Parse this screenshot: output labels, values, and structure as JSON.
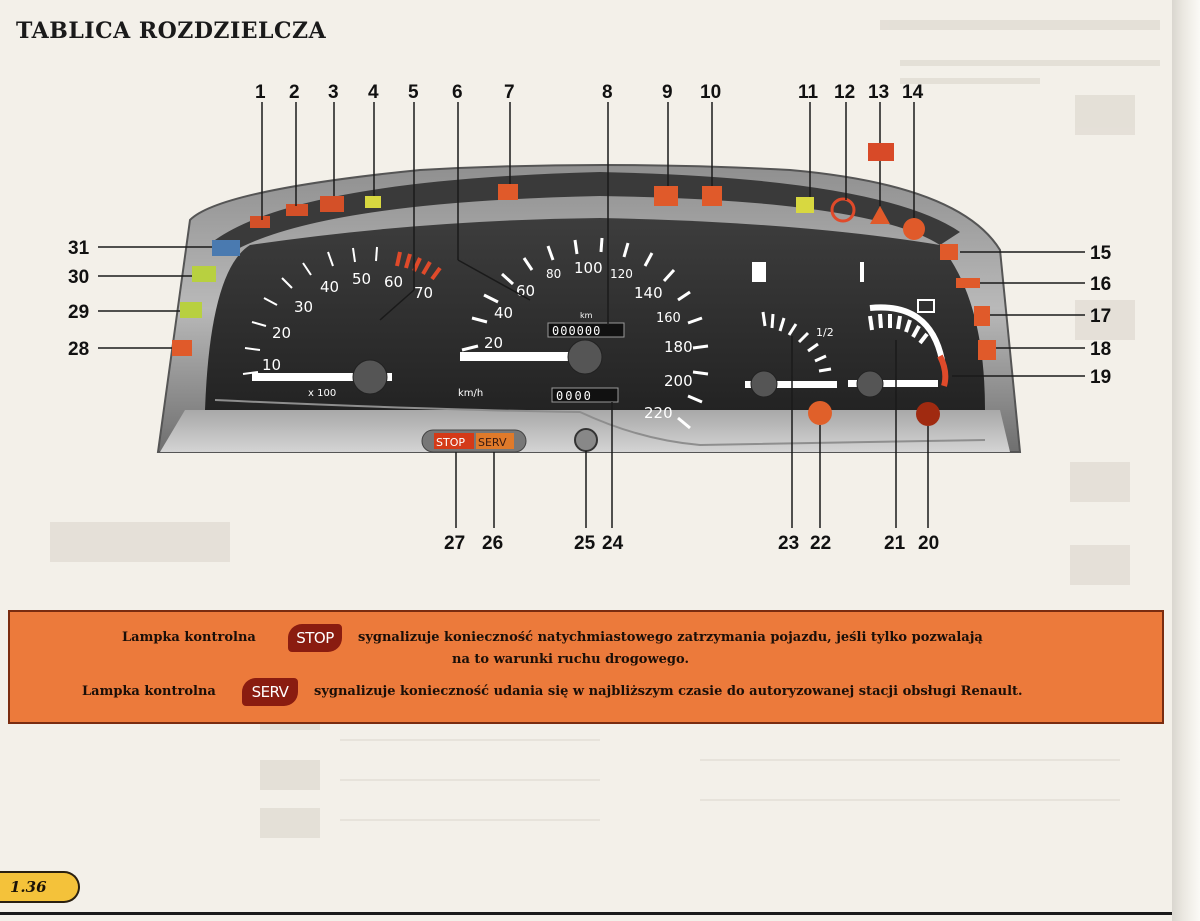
{
  "page": {
    "title": "TABLICA ROZDZIELCZA",
    "page_number": "1.36"
  },
  "callouts": [
    "1",
    "2",
    "3",
    "4",
    "5",
    "6",
    "7",
    "8",
    "9",
    "10",
    "11",
    "12",
    "13",
    "14",
    "15",
    "16",
    "17",
    "18",
    "19",
    "20",
    "21",
    "22",
    "23",
    "24",
    "25",
    "26",
    "27",
    "28",
    "29",
    "30",
    "31"
  ],
  "cluster": {
    "rpm_ticks": [
      "10",
      "20",
      "30",
      "40",
      "50",
      "60",
      "70"
    ],
    "rpm_unit": "x 100",
    "speed_ticks": [
      "20",
      "40",
      "60",
      "80",
      "100",
      "120",
      "140",
      "160",
      "180",
      "200",
      "220"
    ],
    "speed_unit": "km/h",
    "odometer_unit": "km",
    "odometer": "000000",
    "trip": "0000",
    "fuel_half": "1/2",
    "stop_chip": "STOP",
    "serv_chip": "SERV"
  },
  "notice": {
    "row1_label": "Lampka kontrolna",
    "row1_chip": "STOP",
    "row1_text_a": "sygnalizuje konieczność natychmiastowego zatrzymania pojazdu, jeśli tylko pozwalają",
    "row1_text_b": "na to warunki ruchu drogowego.",
    "row2_label": "Lampka kontrolna",
    "row2_chip": "SERV",
    "row2_text": "sygnalizuje konieczność udania się w najbliższym czasie do autoryzowanej stacji obsługi Renault."
  },
  "colors": {
    "orange_box": "#ec7a3b",
    "chip_red": "#8a1c10",
    "page_tab": "#f4c23a"
  }
}
